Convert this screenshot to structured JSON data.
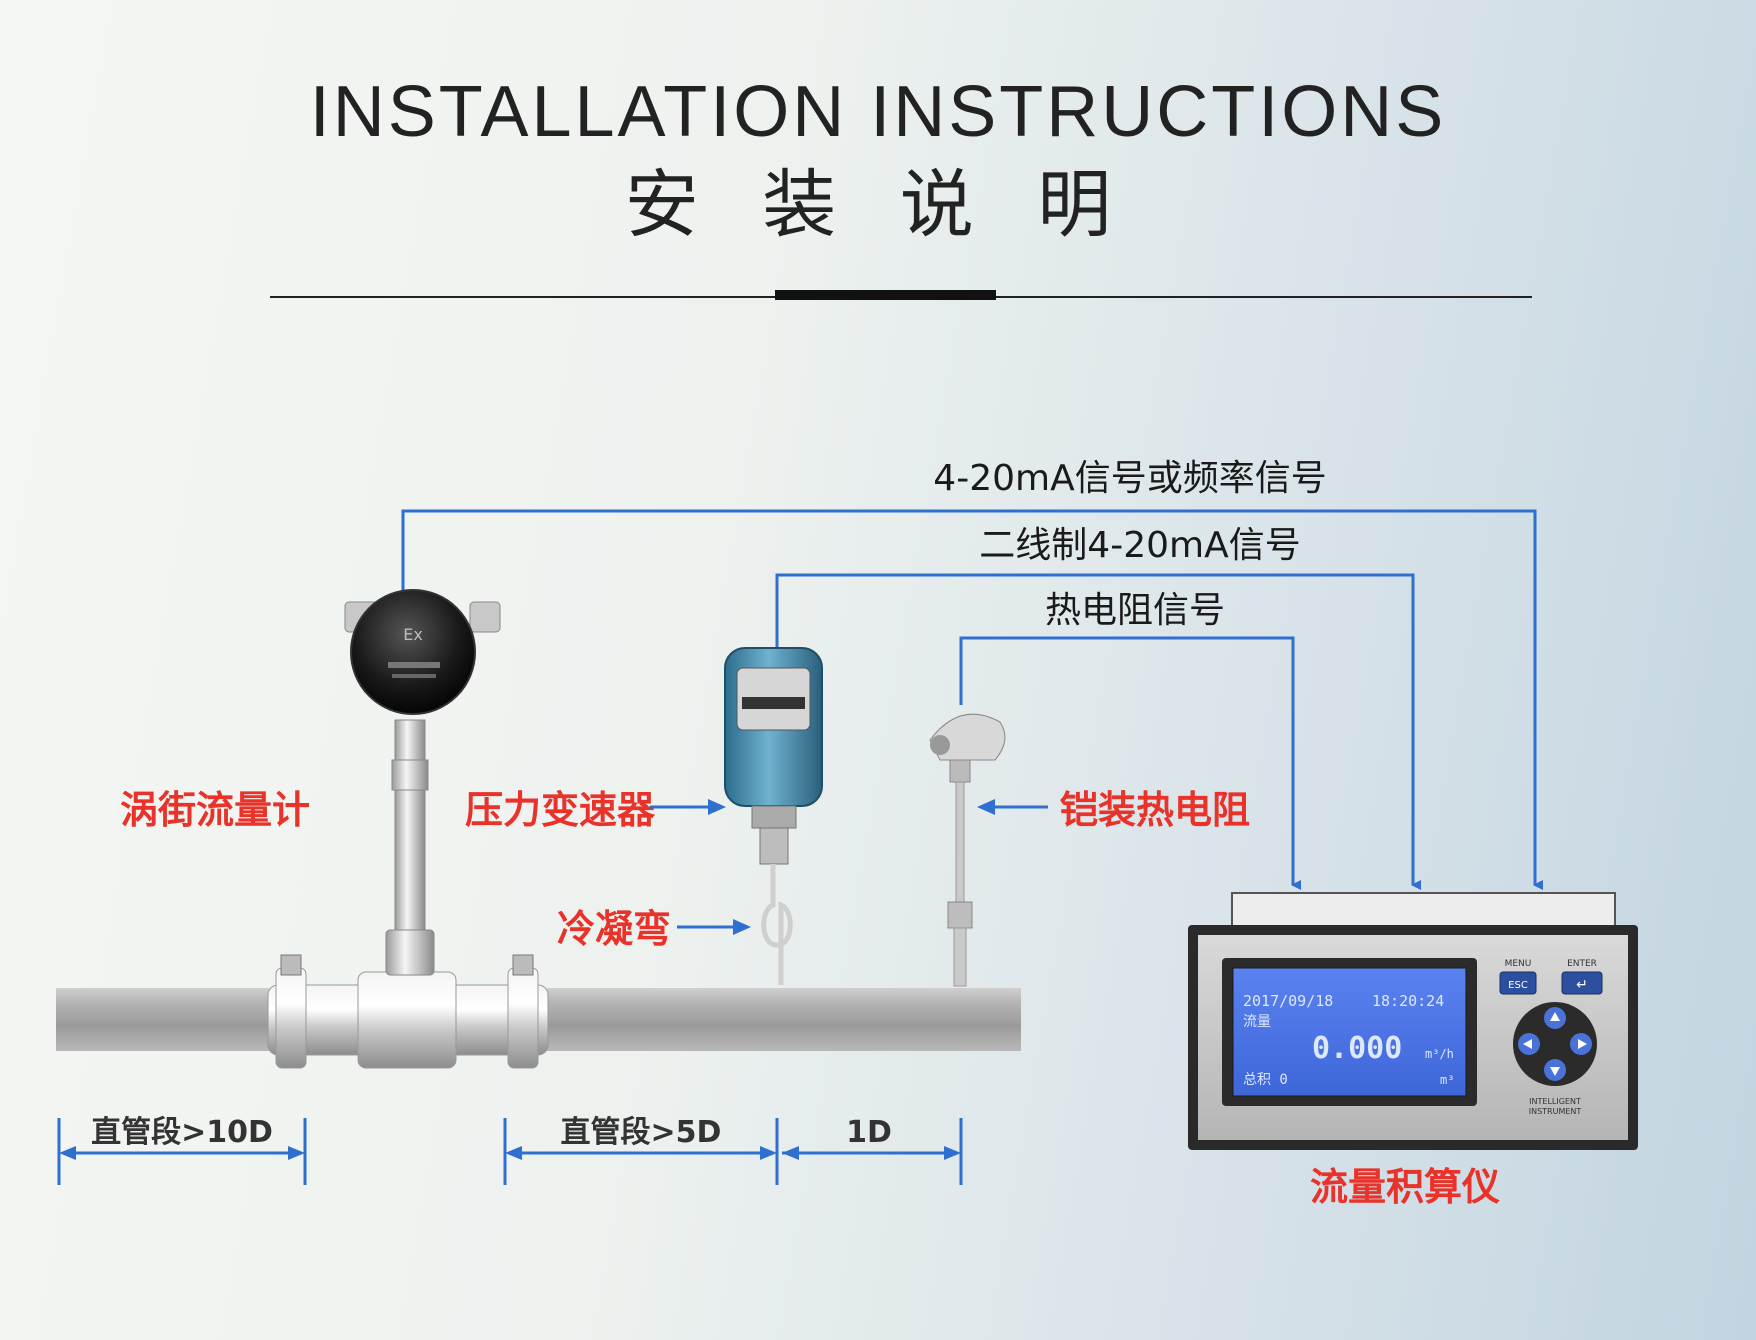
{
  "title_en": "INSTALLATION INSTRUCTIONS",
  "title_cn": "安 装 说 明",
  "signals": {
    "s1": "4-20mA信号或频率信号",
    "s2": "二线制4-20mA信号",
    "s3": "热电阻信号"
  },
  "components": {
    "vortex_meter": "涡街流量计",
    "pressure_transmitter": "压力变速器",
    "condensing_bend": "冷凝弯",
    "armored_rtd": "铠装热电阻",
    "flow_totalizer": "流量积算仪"
  },
  "dimensions": {
    "upstream": "直管段>10D",
    "downstream": "直管段>5D",
    "one_d": "1D"
  },
  "device_text": {
    "vortex_head_mark": "Ex",
    "panel_menu": "MENU",
    "panel_enter": "ENTER",
    "panel_esc": "ESC",
    "panel_enter_symbol": "↵",
    "lcd_date": "2017/09/18",
    "lcd_time": "18:20:24",
    "lcd_label_flow": "流量",
    "lcd_value": "0.000",
    "lcd_unit": "m³/h",
    "lcd_label_total": "总积 0",
    "lcd_total_unit": "m³",
    "panel_brand_line1": "INTELLIGENT",
    "panel_brand_line2": "INSTRUMENT"
  },
  "colors": {
    "signal_line": "#2f6fcf",
    "label_red": "#e8322a",
    "pipe": "#a3a3a3"
  }
}
